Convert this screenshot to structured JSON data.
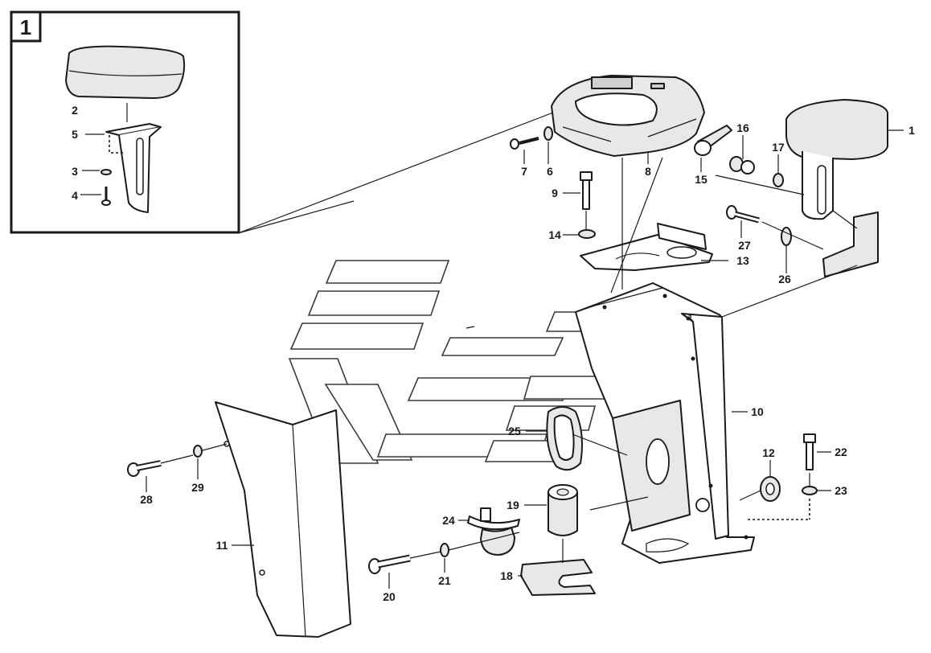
{
  "inset": {
    "tag": "1"
  },
  "labels": {
    "p1": "1",
    "p2": "2",
    "p3": "3",
    "p4": "4",
    "p5": "5",
    "p6": "6",
    "p7": "7",
    "p8": "8",
    "p9": "9",
    "p10": "10",
    "p11": "11",
    "p12": "12",
    "p13": "13",
    "p14": "14",
    "p15": "15",
    "p16": "16",
    "p17": "17",
    "p18": "18",
    "p19": "19",
    "p20": "20",
    "p21": "21",
    "p22": "22",
    "p23": "23",
    "p24": "24",
    "p25": "25",
    "p26": "26",
    "p27": "27",
    "p28": "28",
    "p29": "29"
  }
}
